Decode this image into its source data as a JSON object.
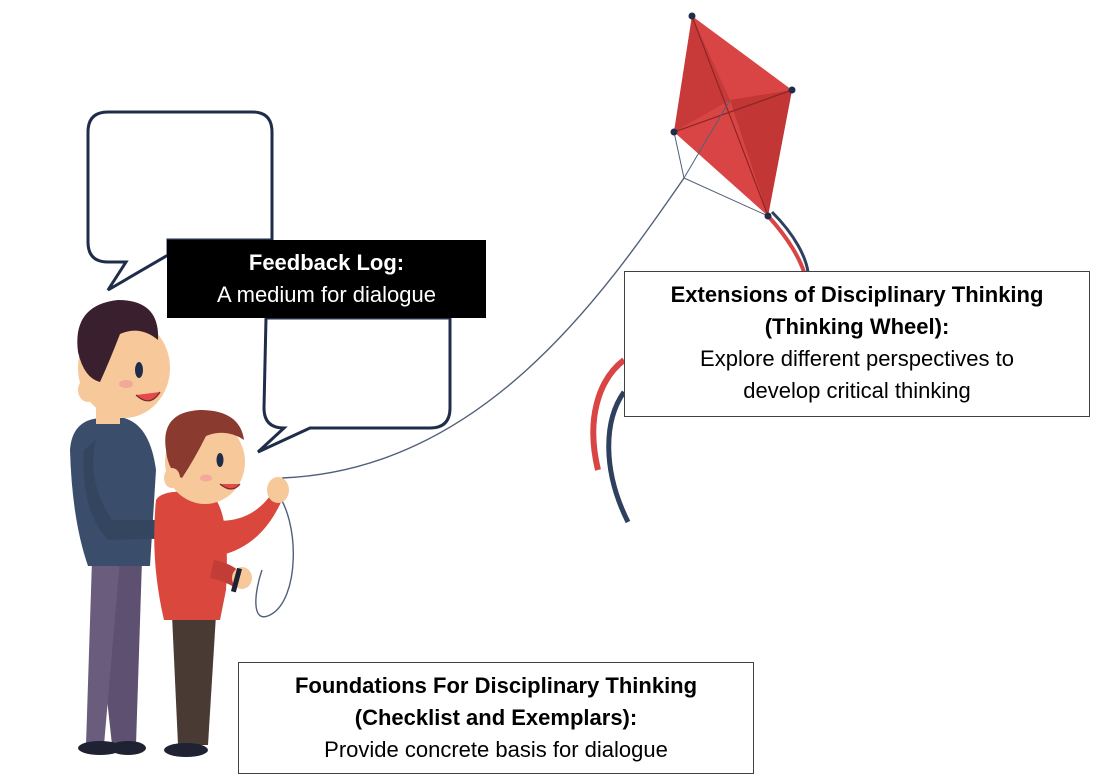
{
  "feedback_log": {
    "heading": "Feedback Log:",
    "body": "A medium for dialogue"
  },
  "extensions": {
    "heading_line1": "Extensions of Disciplinary Thinking",
    "heading_line2": "(Thinking Wheel):",
    "body_line1": "Explore different perspectives to",
    "body_line2": "develop critical thinking"
  },
  "foundations": {
    "heading_line1": "Foundations For Disciplinary Thinking",
    "heading_line2": "(Checklist and Exemplars):",
    "body": "Provide concrete basis for dialogue"
  },
  "colors": {
    "kite": "#d94545",
    "kite_dark": "#b83232",
    "bubble_outline": "#1f2d4a",
    "man_shirt": "#3a4d6b",
    "man_pants": "#5e5070",
    "boy_shirt": "#d9473d",
    "boy_pants": "#4a3a34",
    "skin": "#f6c89a",
    "hair_man": "#3a1f2e",
    "hair_boy": "#8a3a2e"
  }
}
